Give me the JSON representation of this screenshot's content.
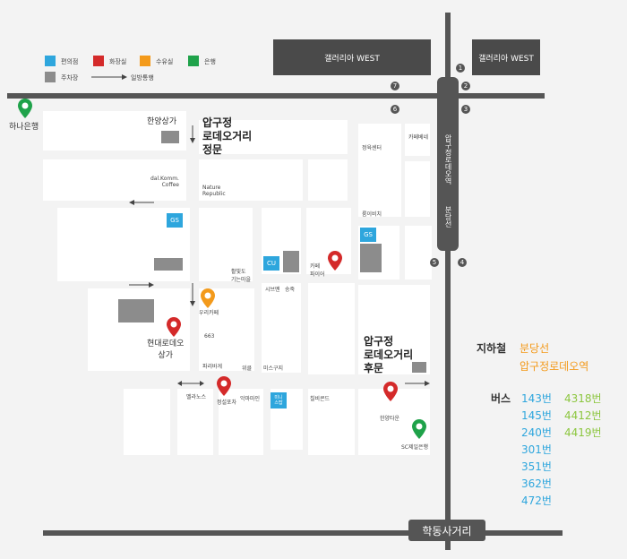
{
  "legend": {
    "convenience": "편의점",
    "restroom": "화장실",
    "nursing": "수유실",
    "bank": "은행",
    "parking": "주차장",
    "oneway": "일방통행",
    "colors": {
      "convenience": "#2ea6dd",
      "restroom": "#d42a2a",
      "nursing": "#f39a1b",
      "bank": "#1fa24a",
      "parking": "#8c8c8c"
    }
  },
  "buildings": {
    "galleria_west_1": "갤러리아 WEST",
    "galleria_west_2": "갤러리아 WEST"
  },
  "roads": {
    "vertical_main": "압구정로데오역",
    "line_name": "분당선",
    "hakdong": "학동사거리"
  },
  "exits": [
    "1",
    "2",
    "3",
    "4",
    "5",
    "6",
    "7"
  ],
  "labels": {
    "hanyang_mall": "한양상가",
    "front_gate": "압구정\n로데오거리\n정문",
    "back_gate": "압구정\n로데오거리\n후문",
    "dal_komm": "dal.Komm.\nCoffee",
    "nature_republic": "Nature\nRepublic",
    "gs1": "GS",
    "gs2": "GS",
    "cu": "CU",
    "mini_stop": "미니\n스탑",
    "hyundai_rodeo": "현대로데오\n상가",
    "hana_bank": "하나은행",
    "sc_bank": "SC제일은행",
    "hanyang_town": "한양타운",
    "jeongyuk": "정육센터",
    "kakao": "카페베네",
    "room_e": "룸이비치",
    "cafe_mac": "카페\n파이어",
    "kid_cafe": "우리카페",
    "a663": "663",
    "hwalbit": "활빛도\n기는마을",
    "shabu": "시브멘",
    "songjuk": "송죽",
    "paris": "파리바게",
    "oil": "위클",
    "mi": "미스구지",
    "bella": "벨라노스",
    "jung": "정설포차",
    "aka": "악마마인",
    "chil": "칠비콘드"
  },
  "info": {
    "subway_label": "지하철",
    "subway_line": "분당선",
    "subway_station": "압구정로데오역",
    "bus_label": "버스",
    "bus_blue": [
      "143번",
      "145번",
      "240번",
      "301번",
      "351번",
      "362번",
      "472번"
    ],
    "bus_green": [
      "4318번",
      "4412번",
      "4419번"
    ],
    "colors": {
      "line": "#f39a1b",
      "blue": "#2ea6dd",
      "green": "#8cc63f"
    }
  }
}
